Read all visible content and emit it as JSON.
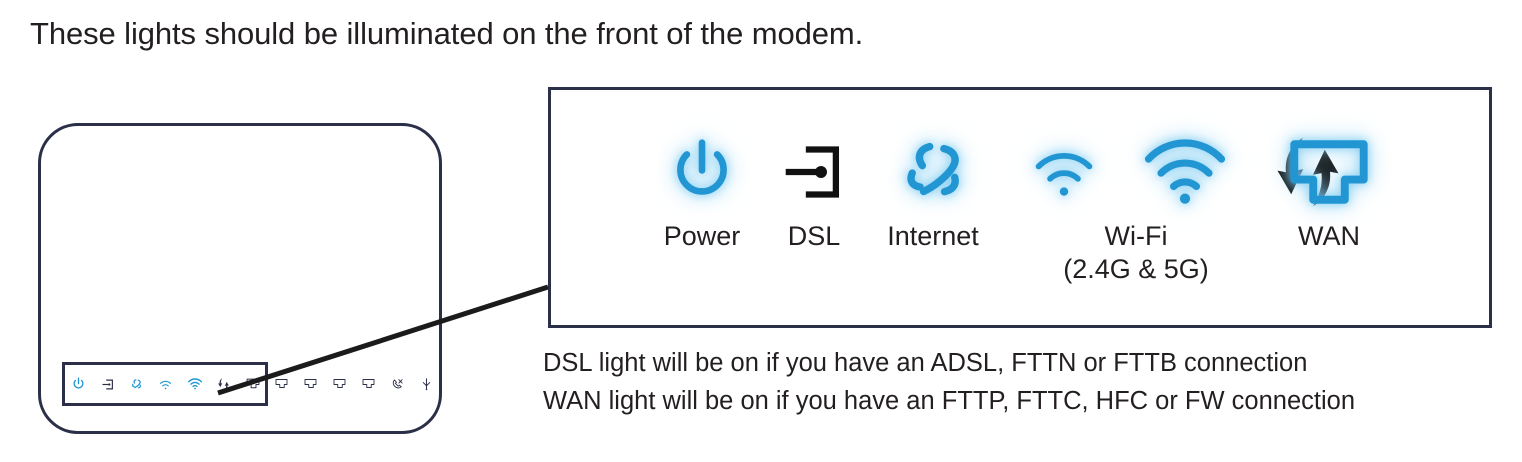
{
  "heading": "These lights should be illuminated on the front of the modem.",
  "colors": {
    "led_blue": "#2196d3",
    "outline_navy": "#2b3048",
    "icon_black": "#111111",
    "text": "#231f20"
  },
  "modem": {
    "name": "modem-front-illustration",
    "led_strip": [
      {
        "icon": "power-icon",
        "state": "on",
        "color": "#2196d3",
        "highlighted": true
      },
      {
        "icon": "dsl-icon",
        "state": "off",
        "color": "#2b3048",
        "highlighted": true
      },
      {
        "icon": "internet-icon",
        "state": "on",
        "color": "#2196d3",
        "highlighted": true
      },
      {
        "icon": "wifi-24g-icon",
        "state": "on",
        "color": "#2196d3",
        "highlighted": true
      },
      {
        "icon": "wifi-5g-icon",
        "state": "on",
        "color": "#2196d3",
        "highlighted": true
      },
      {
        "icon": "sync-arrows-icon",
        "state": "off",
        "color": "#2b3048",
        "highlighted": true
      },
      {
        "icon": "wan-port-icon",
        "state": "off",
        "color": "#2b3048",
        "highlighted": true
      },
      {
        "icon": "lan-port-1-icon",
        "state": "off",
        "color": "#2b3048",
        "highlighted": false
      },
      {
        "icon": "lan-port-2-icon",
        "state": "off",
        "color": "#2b3048",
        "highlighted": false
      },
      {
        "icon": "lan-port-3-icon",
        "state": "off",
        "color": "#2b3048",
        "highlighted": false
      },
      {
        "icon": "lan-port-4-icon",
        "state": "off",
        "color": "#2b3048",
        "highlighted": false
      },
      {
        "icon": "phone-icon",
        "state": "off",
        "color": "#2b3048",
        "highlighted": false
      },
      {
        "icon": "usb-icon",
        "state": "off",
        "color": "#2b3048",
        "highlighted": false
      }
    ]
  },
  "legend": {
    "items": [
      {
        "icon": "power-icon",
        "label": "Power",
        "sublabel": "",
        "color": "#2196d3",
        "glow": true
      },
      {
        "icon": "dsl-icon",
        "label": "DSL",
        "sublabel": "",
        "color": "#111111",
        "glow": false
      },
      {
        "icon": "internet-icon",
        "label": "Internet",
        "sublabel": "",
        "color": "#2196d3",
        "glow": true
      },
      {
        "icon": "wifi-24g-icon",
        "label": "",
        "sublabel": "",
        "color": "#2196d3",
        "glow": true
      },
      {
        "icon": "wifi-5g-icon",
        "label": "Wi-Fi",
        "sublabel": "(2.4G & 5G)",
        "color": "#2196d3",
        "glow": true
      },
      {
        "icon": "sync-arrows-icon",
        "label": "",
        "sublabel": "",
        "color": "#111111",
        "glow": false
      },
      {
        "icon": "wan-port-icon",
        "label": "WAN",
        "sublabel": "",
        "color": "#2196d3",
        "glow": true
      }
    ],
    "wifi_label": "Wi-Fi",
    "wifi_sublabel": "(2.4G & 5G)"
  },
  "footnotes": [
    "DSL light will be on if you have an ADSL, FTTN or FTTB connection",
    "WAN light will be on if you have an FTTP, FTTC, HFC or FW connection"
  ]
}
